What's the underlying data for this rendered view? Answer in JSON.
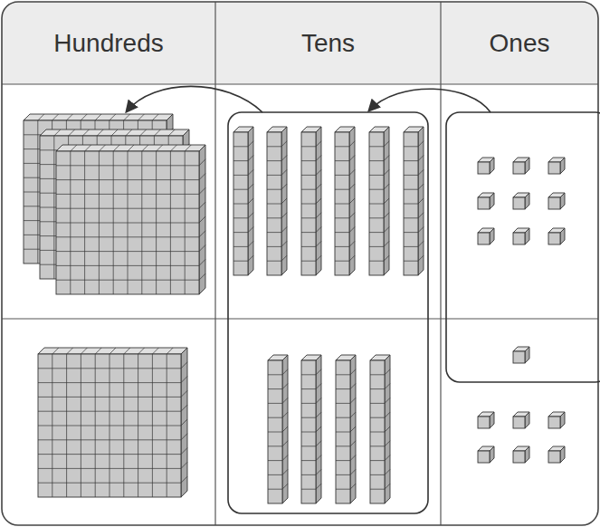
{
  "diagram": {
    "nodes": [
      {
        "text": [
          "Hundreds"
        ]
      },
      {
        "text": [
          "Tens"
        ]
      },
      {
        "text": [
          "Ones"
        ]
      }
    ]
  }
}
